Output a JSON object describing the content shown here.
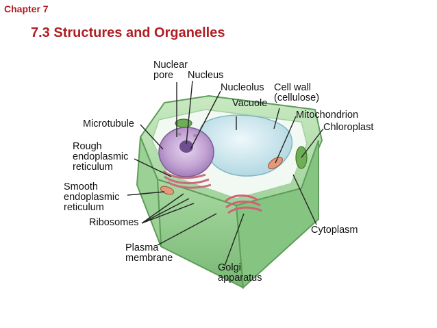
{
  "header": {
    "chapter": "Chapter 7",
    "title": "7.3 Structures and Organelles"
  },
  "colors": {
    "accent": "#b01e23",
    "cell_wall": "#8fcc8a",
    "vacuole": "#cfe8ef",
    "nucleus": "#b493c4",
    "cytoplasm": "#eef6ee"
  },
  "labels": {
    "nuclear_pore": [
      "Nuclear",
      "pore"
    ],
    "nucleus": "Nucleus",
    "nucleolus": "Nucleolus",
    "cell_wall": [
      "Cell wall",
      "(cellulose)"
    ],
    "vacuole": "Vacuole",
    "mitochondrion": "Mitochondrion",
    "chloroplast": "Chloroplast",
    "microtubule": "Microtubule",
    "rough_er": [
      "Rough",
      "endoplasmic",
      "reticulum"
    ],
    "smooth_er": [
      "Smooth",
      "endoplasmic",
      "reticulum"
    ],
    "ribosomes": "Ribosomes",
    "plasma_membrane": [
      "Plasma",
      "membrane"
    ],
    "golgi": [
      "Golgi",
      "apparatus"
    ],
    "cytoplasm": "Cytoplasm"
  }
}
